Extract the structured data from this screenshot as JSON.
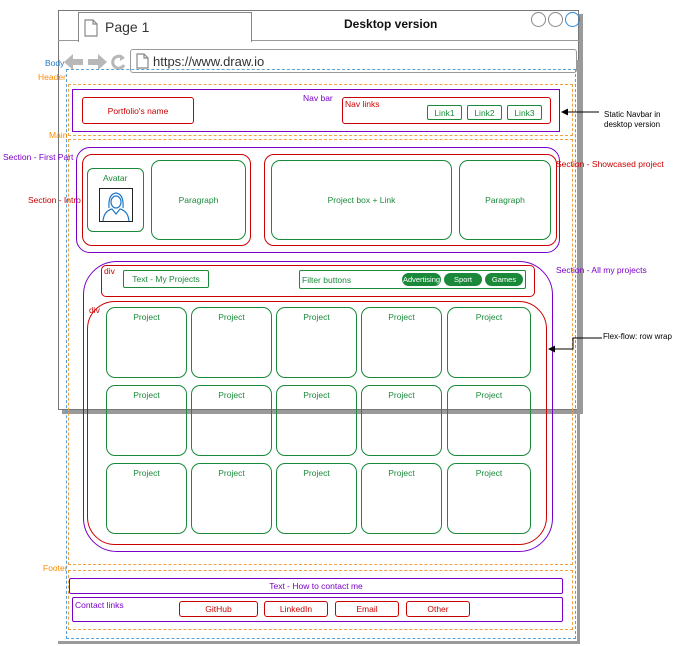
{
  "browser": {
    "tab_label": "Page 1",
    "window_title": "Desktop version",
    "url": "https://www.draw.io"
  },
  "labels": {
    "body": "Body",
    "header": "Header",
    "main": "Main",
    "footer": "Footer",
    "section_first": "Section - First Part",
    "section_intro": "Section - Intro",
    "section_showcased": "Section - Showcased project",
    "section_all": "Section - All my projects",
    "div_top": "div",
    "div_grid": "div"
  },
  "navbar": {
    "label": "Nav bar",
    "portfolio_name": "Portfolio's name",
    "nav_links_label": "Nav links",
    "links": [
      "Link1",
      "Link2",
      "Link3"
    ]
  },
  "annotations": {
    "static_navbar": [
      "Static Navbar in",
      "desktop version"
    ],
    "flex_flow": "Flex-flow: row wrap"
  },
  "intro": {
    "avatar": "Avatar",
    "paragraph": "Paragraph"
  },
  "showcase": {
    "project_box": "Project box + Link",
    "paragraph": "Paragraph"
  },
  "projects_header": {
    "text": "Text - My Projects",
    "filter_label": "Filter buttons",
    "filters": [
      "Advertising",
      "Sport",
      "Games"
    ]
  },
  "project_label": "Project",
  "footer": {
    "contact_text": "Text - How to contact me",
    "contact_links_label": "Contact links",
    "links": [
      "GitHub",
      "LinkedIn",
      "Email",
      "Other"
    ]
  },
  "colors": {
    "purple": "#7a00c8",
    "red": "#cc0000",
    "green": "#1a8a3a",
    "blue": "#1f78c8",
    "orange": "#ff8c00"
  }
}
